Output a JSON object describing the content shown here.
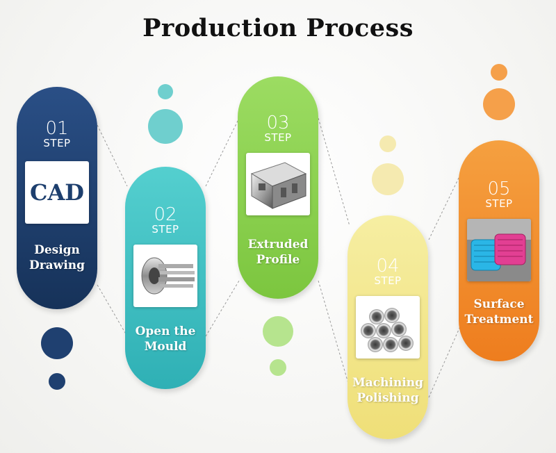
{
  "title": "Production Process",
  "steps": [
    {
      "num": "01",
      "step": "STEP",
      "label1": "Design",
      "label2": "Drawing",
      "image_text": "CAD",
      "color": "#1f4070"
    },
    {
      "num": "02",
      "step": "STEP",
      "label1": "Open the",
      "label2": "Mould",
      "image": "extrusion-die-icon",
      "color": "#3fbfc0"
    },
    {
      "num": "03",
      "step": "STEP",
      "label1": "Extruded",
      "label2": "Profile",
      "image": "aluminum-profile-icon",
      "color": "#8fd354"
    },
    {
      "num": "04",
      "step": "STEP",
      "label1": "Machining",
      "label2": "Polishing",
      "image": "polished-tubes-icon",
      "color": "#f3e58a"
    },
    {
      "num": "05",
      "step": "STEP",
      "label1": "Surface",
      "label2": "Treatment",
      "image": "anodized-housing-icon",
      "color": "#f28c28"
    }
  ]
}
